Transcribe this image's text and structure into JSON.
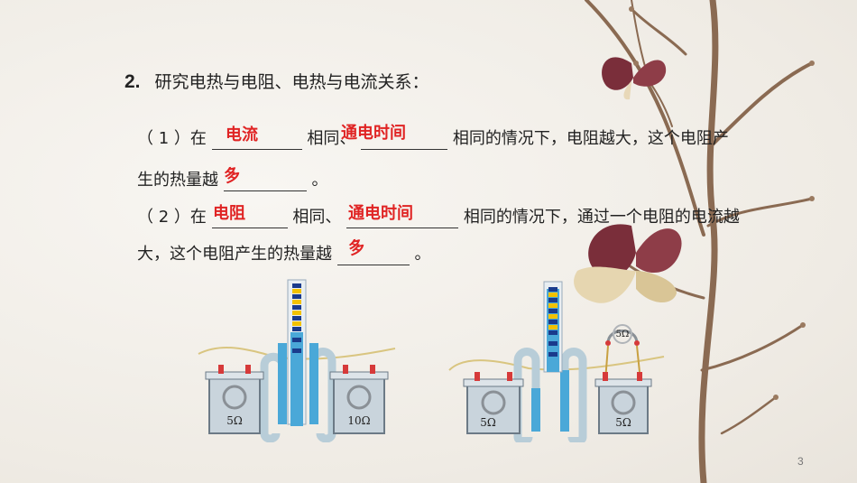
{
  "title": {
    "number": "2.",
    "text": "研究电热与电阻、电热与电流关系："
  },
  "q1": {
    "part_a": "（ 1 ）在",
    "answer_a": "电流",
    "part_b": "相同、",
    "answer_b": "通电时间",
    "part_c": "相同的情况下，电阻越大，这个电阻产",
    "part_d": "生的热量越",
    "answer_c": "多",
    "part_e": "。"
  },
  "q2": {
    "part_a": "（ 2 ）在",
    "answer_a": "电阻",
    "part_b": "相同、",
    "answer_b": "通电时间",
    "part_c": "相同的情况下，通过一个电阻的电流越",
    "part_d": "大，这个电阻产生的热量越",
    "answer_c": "多",
    "part_e": "。"
  },
  "apparatus_left": {
    "resistor_left": "5Ω",
    "resistor_right": "10Ω"
  },
  "apparatus_right": {
    "resistor_left": "5Ω",
    "resistor_right": "5Ω",
    "resistor_parallel": "5Ω"
  },
  "page_number": "3",
  "colors": {
    "answer": "#e02424",
    "liquid": "#4aa8d8",
    "branch": "#8a6a52",
    "butterfly": "#7a2e3a"
  }
}
